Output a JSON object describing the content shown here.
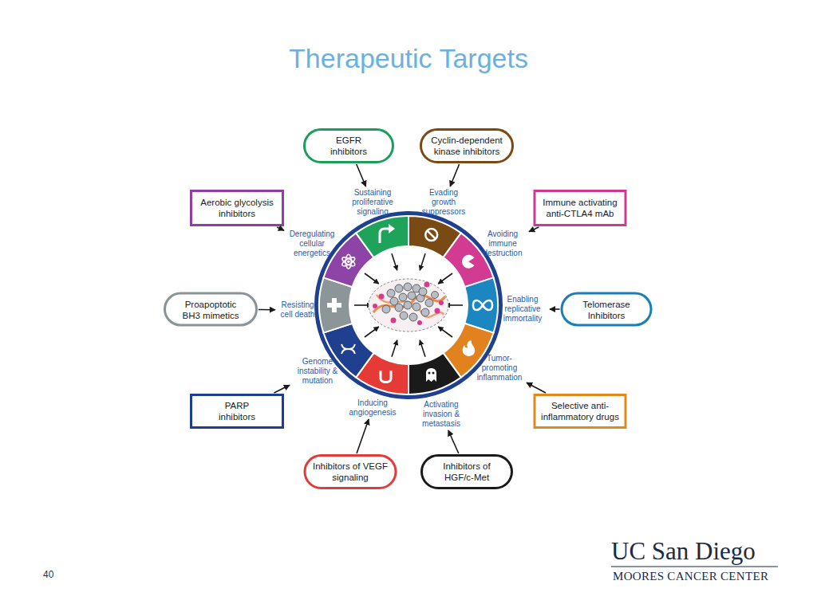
{
  "diagram": {
    "title": "Therapeutic Targets",
    "nodes": [
      {
        "text": [
          "EGFR inhibitors"
        ]
      },
      {
        "text": [
          "Sustaining proliferative signaling"
        ]
      },
      {
        "text": [
          "Cyclin-dependent kinase inhibitors"
        ]
      },
      {
        "text": [
          "Evading growth suppressors"
        ]
      },
      {
        "text": [
          "Immune activating anti-CTLA4 mAb"
        ]
      },
      {
        "text": [
          "Avoiding immune destruction"
        ]
      },
      {
        "text": [
          "Telomerase Inhibitors"
        ]
      },
      {
        "text": [
          "Enabling replicative immortality"
        ]
      },
      {
        "text": [
          "Selective anti-inflammatory drugs"
        ]
      },
      {
        "text": [
          "Tumor-promoting inflammation"
        ]
      },
      {
        "text": [
          "Inhibitors of HGF/c-Met"
        ]
      },
      {
        "text": [
          "Activating invasion & metastasis"
        ]
      },
      {
        "text": [
          "Inhibitors of VEGF signaling"
        ]
      },
      {
        "text": [
          "Inducing angiogenesis"
        ]
      },
      {
        "text": [
          "PARP inhibitors"
        ]
      },
      {
        "text": [
          "Genome instability & mutation"
        ]
      },
      {
        "text": [
          "Proapoptotic BH3 mimetics"
        ]
      },
      {
        "text": [
          "Resisting cell death"
        ]
      },
      {
        "text": [
          "Aerobic glycolysis inhibitors"
        ]
      },
      {
        "text": [
          "Deregulating cellular energetics"
        ]
      }
    ],
    "edges": [
      {
        "from": 0,
        "to": 1,
        "arrow": "to"
      },
      {
        "from": 2,
        "to": 3,
        "arrow": "to"
      },
      {
        "from": 4,
        "to": 5,
        "arrow": "to"
      },
      {
        "from": 6,
        "to": 7,
        "arrow": "to"
      },
      {
        "from": 8,
        "to": 9,
        "arrow": "to"
      },
      {
        "from": 10,
        "to": 11,
        "arrow": "to"
      },
      {
        "from": 12,
        "to": 13,
        "arrow": "to"
      },
      {
        "from": 14,
        "to": 15,
        "arrow": "to"
      },
      {
        "from": 16,
        "to": 17,
        "arrow": "to"
      },
      {
        "from": 18,
        "to": 19,
        "arrow": "to"
      }
    ],
    "labels": [
      "40",
      "UC San Diego",
      "MOORES CANCER CENTER"
    ]
  }
}
